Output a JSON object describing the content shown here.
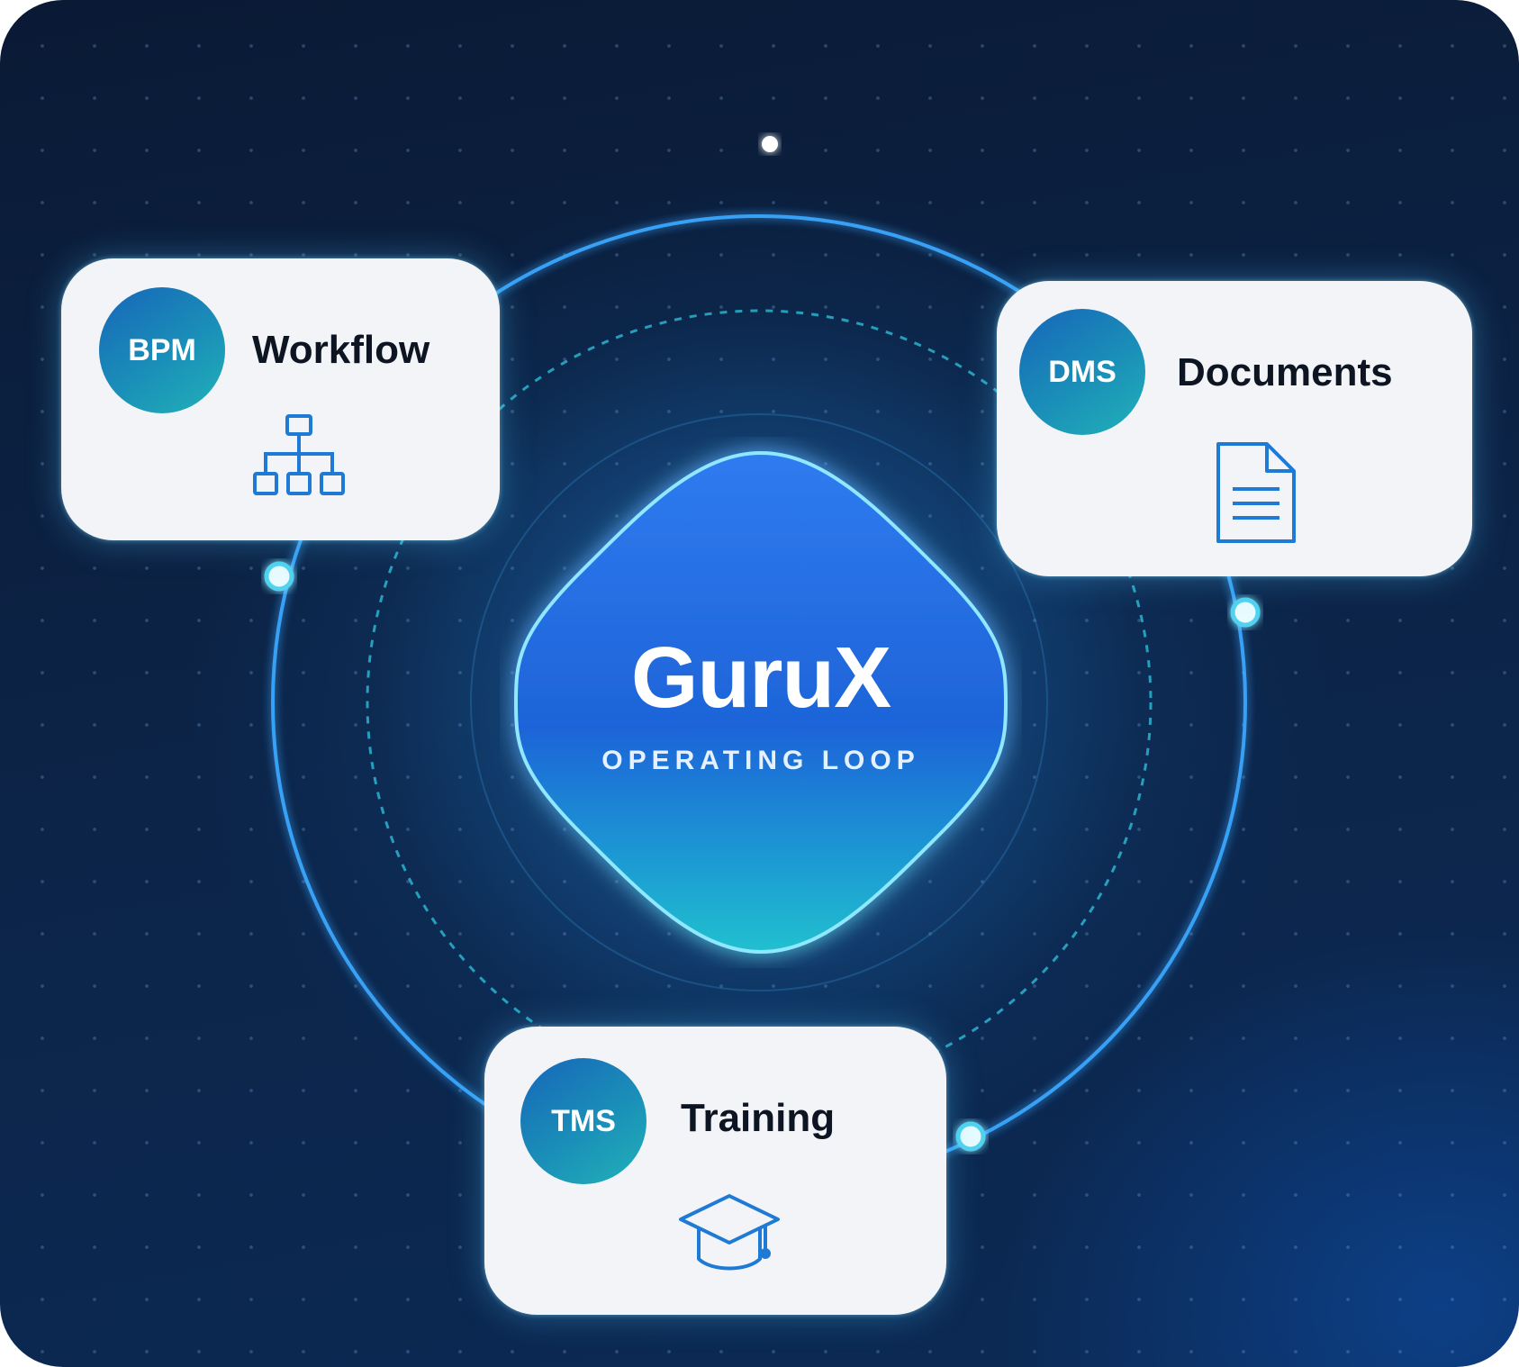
{
  "core": {
    "title": "GuruX",
    "subtitle": "OPERATING LOOP"
  },
  "modules": [
    {
      "badge": "BPM",
      "label": "Workflow",
      "icon": "org-chart-icon"
    },
    {
      "badge": "DMS",
      "label": "Documents",
      "icon": "document-icon"
    },
    {
      "badge": "TMS",
      "label": "Training",
      "icon": "graduation-cap-icon"
    }
  ],
  "colors": {
    "background": "#0c2346",
    "ring": "#3aa8ff",
    "core_top": "#2a6fe8",
    "core_bottom": "#1fb6c9",
    "card": "#f2f4f7",
    "icon": "#1f7ad6"
  }
}
